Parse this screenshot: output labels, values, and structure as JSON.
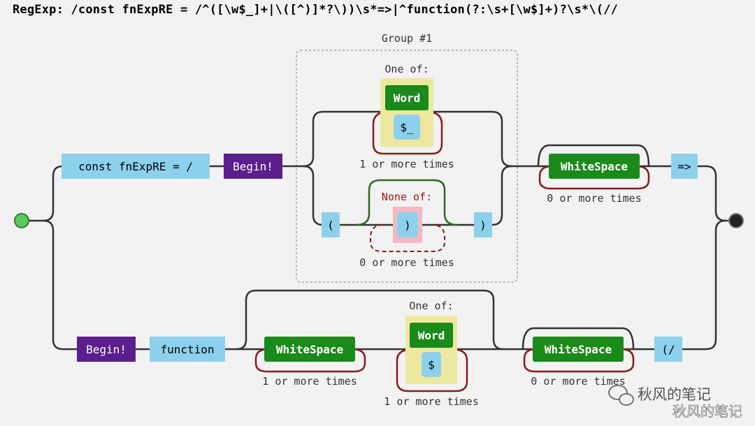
{
  "header": {
    "label": "RegExp:",
    "expression": "/const fnExpRE = /^([\\w$_]+|\\([^)]*?\\))\\s*=>|^function(?:\\s+[\\w$]+)?\\s*\\(//"
  },
  "nodes": {
    "const_literal": "const fnExpRE = /",
    "begin_top": "Begin!",
    "group_label": "Group #1",
    "one_of_top": "One of:",
    "word_top": "Word",
    "dollar_underscore": "$_",
    "repeat_word_top": "1 or more times",
    "open_paren": "(",
    "none_of": "None of:",
    "close_paren_class": ")",
    "close_paren": ")",
    "repeat_none_of": "0 or more times",
    "whitespace_top": "WhiteSpace",
    "repeat_whitespace_top": "0 or more times",
    "arrow": "=>",
    "begin_bottom": "Begin!",
    "function_literal": "function",
    "whitespace_bottom_1": "WhiteSpace",
    "repeat_whitespace_bottom_1": "1 or more times",
    "one_of_bottom": "One of:",
    "word_bottom": "Word",
    "dollar": "$",
    "repeat_word_bottom": "1 or more times",
    "whitespace_bottom_2": "WhiteSpace",
    "repeat_whitespace_bottom_2": "0 or more times",
    "paren_slash": "(/"
  },
  "watermark": {
    "line1": "秋风的笔记",
    "line2": "秋风的笔记"
  },
  "colors": {
    "literal": "#8dd0ec",
    "anchor": "#5b1e8c",
    "char_class": "#1a8a1a",
    "one_of_bg": "#ece8a0",
    "none_of_bg": "#f4b8c0",
    "loop": "#8b1a1a"
  }
}
